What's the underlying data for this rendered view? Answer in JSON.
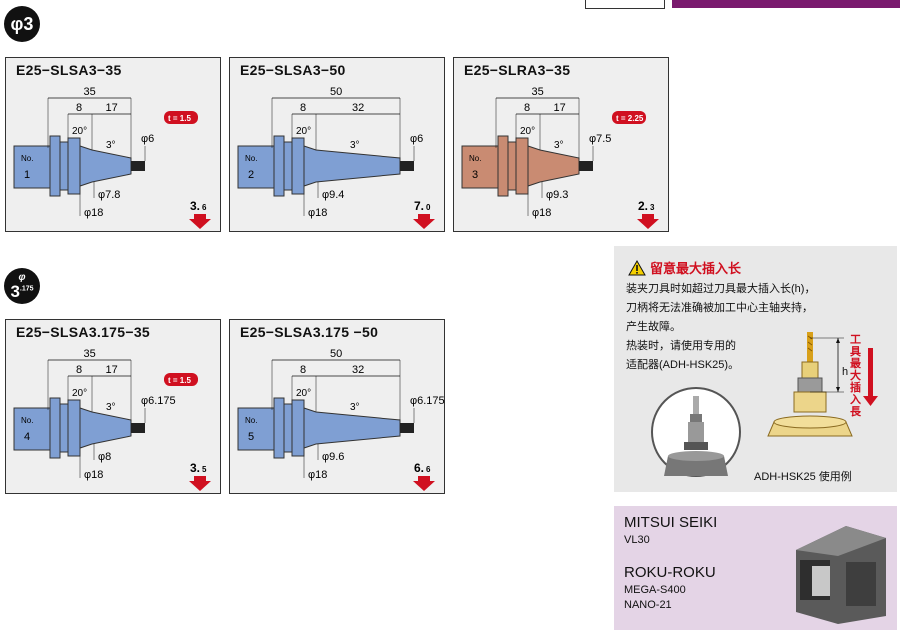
{
  "header": {
    "left_fragment": "",
    "right_fragment": ""
  },
  "sections": [
    {
      "badge_main": "φ3",
      "badge_sup": ""
    },
    {
      "badge_main": "3",
      "badge_phi": "φ",
      "badge_sup": ".175"
    }
  ],
  "cards": [
    {
      "title": "E25−SLSA3−35",
      "no_label": "No.",
      "no": "1",
      "len_total": "35",
      "len_a": "8",
      "len_b": "17",
      "angle1": "20°",
      "angle2": "3°",
      "t_badge": "t = 1.5",
      "tip_dia": "φ6",
      "neck_dia": "φ7.8",
      "body_dia": "φ18",
      "weight_main": "3.",
      "weight_sub": "6",
      "color": "blue"
    },
    {
      "title": "E25−SLSA3−50",
      "no_label": "No.",
      "no": "2",
      "len_total": "50",
      "len_a": "8",
      "len_b": "32",
      "angle1": "20°",
      "angle2": "3°",
      "t_badge": "",
      "tip_dia": "φ6",
      "neck_dia": "φ9.4",
      "body_dia": "φ18",
      "weight_main": "7.",
      "weight_sub": "0",
      "color": "blue"
    },
    {
      "title": "E25−SLRA3−35",
      "no_label": "No.",
      "no": "3",
      "len_total": "35",
      "len_a": "8",
      "len_b": "17",
      "angle1": "20°",
      "angle2": "3°",
      "t_badge": "t = 2.25",
      "tip_dia": "φ7.5",
      "neck_dia": "φ9.3",
      "body_dia": "φ18",
      "weight_main": "2.",
      "weight_sub": "3",
      "color": "copper"
    },
    {
      "title": "E25−SLSA3.175−35",
      "no_label": "No.",
      "no": "4",
      "len_total": "35",
      "len_a": "8",
      "len_b": "17",
      "angle1": "20°",
      "angle2": "3°",
      "t_badge": "t = 1.5",
      "tip_dia": "φ6.175",
      "neck_dia": "φ8",
      "body_dia": "φ18",
      "weight_main": "3.",
      "weight_sub": "5",
      "color": "blue"
    },
    {
      "title": "E25−SLSA3.175 −50",
      "no_label": "No.",
      "no": "5",
      "len_total": "50",
      "len_a": "8",
      "len_b": "32",
      "angle1": "20°",
      "angle2": "3°",
      "t_badge": "",
      "tip_dia": "φ6.175",
      "neck_dia": "φ9.6",
      "body_dia": "φ18",
      "weight_main": "6.",
      "weight_sub": "6",
      "color": "blue"
    }
  ],
  "warning": {
    "title": "留意最大插入长",
    "lines": [
      "装夹刀具时如超过刀具最大插入长(h)，",
      "刀柄将无法准确被加工中心主轴夹持，",
      "产生故障。",
      "热装时，请使用专用的",
      "适配器(ADH-HSK25)。"
    ],
    "vertical_label": "工具最大插入長",
    "h_label": "h",
    "caption": "ADH-HSK25 使用例"
  },
  "machines": {
    "maker1": "MITSUI SEIKI",
    "model1": "VL30",
    "maker2": "ROKU-ROKU",
    "model2a": "MEGA-S400",
    "model2b": "NANO-21"
  },
  "colors": {
    "blue_body": "#7f9fd3",
    "copper_body": "#c98b72",
    "card_bg": "#efefef",
    "warn_red": "#d01020",
    "machine_bg": "#e4d4e6"
  }
}
